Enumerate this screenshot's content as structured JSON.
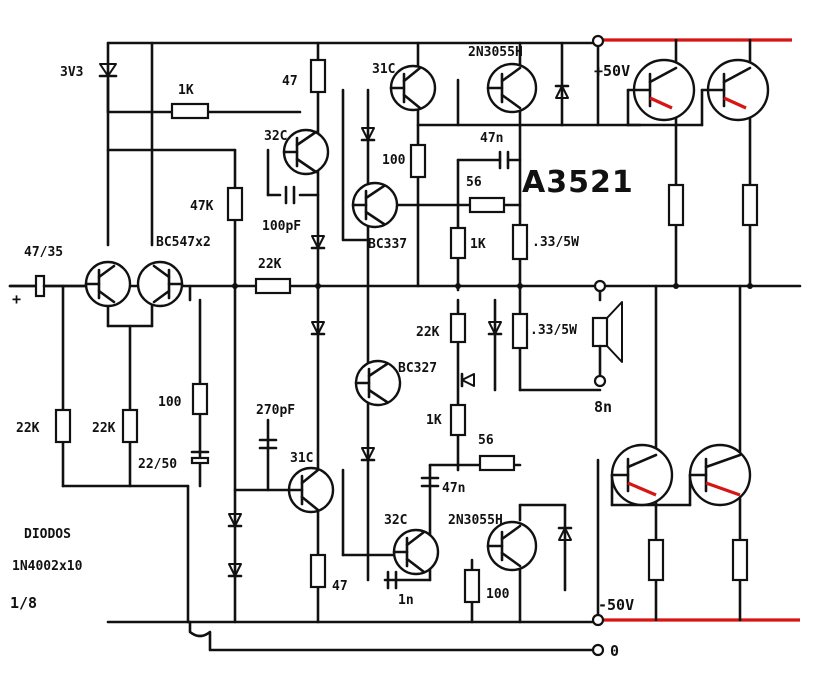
{
  "title": "A3521",
  "rails": {
    "positive": "+50V",
    "negative": "-50V",
    "ground": "0",
    "input": "+"
  },
  "colors": {
    "rail_highlight": "#d61515",
    "ink": "#111111",
    "background": "#ffffff"
  },
  "labels": {
    "zener": "3V3",
    "r_1k_top": "1K",
    "r_47_top": "47",
    "q_32c_top": "32C",
    "q_31c_top": "31C",
    "q_2n3055_top": "2N3055H",
    "c_47n_top": "47n",
    "r_100_mid": "100",
    "r_56_top": "56",
    "r_47k": "47K",
    "c_100pf": "100pF",
    "q_bc337": "BC337",
    "r_1k_mid": "1K",
    "r_033_top": ".33/5W",
    "c_input": "47/35",
    "q_bc547": "BC547x2",
    "r_22k_fb": "22K",
    "r_22k_mid": "22K",
    "r_033_bot": ".33/5W",
    "q_bc327": "BC327",
    "r_100_left": "100",
    "c_270pf": "270pF",
    "r_1k_bot": "1K",
    "r_56_bot": "56",
    "speaker_imp": "8n",
    "r_22k_in1": "22K",
    "r_22k_in2": "22K",
    "c_22_50": "22/50",
    "q_31c_bot": "31C",
    "c_47n_bot": "47n",
    "q_32c_bot": "32C",
    "q_2n3055_bot": "2N3055H",
    "diodes_title": "DIODOS",
    "diodes_part": "1N4002x10",
    "r_47_bot": "47",
    "c_1n": "1n",
    "r_100_bot": "100",
    "scale": "1/8"
  }
}
